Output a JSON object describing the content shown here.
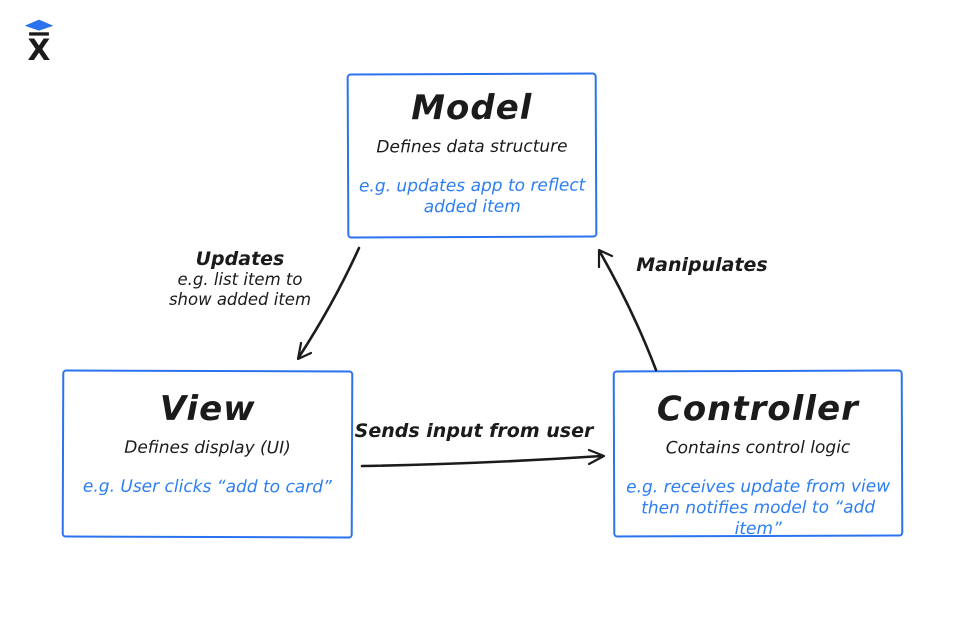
{
  "colors": {
    "accent": "#2b73ee",
    "blue_text": "#2d7ef2",
    "ink": "#1b1b1b",
    "background": "#ffffff"
  },
  "logo": {
    "letter": "X",
    "icon": "blue-diamond-cap"
  },
  "nodes": {
    "model": {
      "title": "Model",
      "subtitle": "Defines data structure",
      "example": "e.g. updates app to reflect\nadded item"
    },
    "view": {
      "title": "View",
      "subtitle": "Defines display (UI)",
      "example": "e.g. User clicks “add to card”"
    },
    "controller": {
      "title": "Controller",
      "subtitle": "Contains control logic",
      "example": "e.g. receives update from view\nthen notifies model to “add item”"
    }
  },
  "edges": {
    "model_to_view": {
      "label": "Updates",
      "sublabel": "e.g. list item to\nshow added item"
    },
    "view_to_controller": {
      "label": "Sends input from user"
    },
    "controller_to_model": {
      "label": "Manipulates"
    }
  }
}
